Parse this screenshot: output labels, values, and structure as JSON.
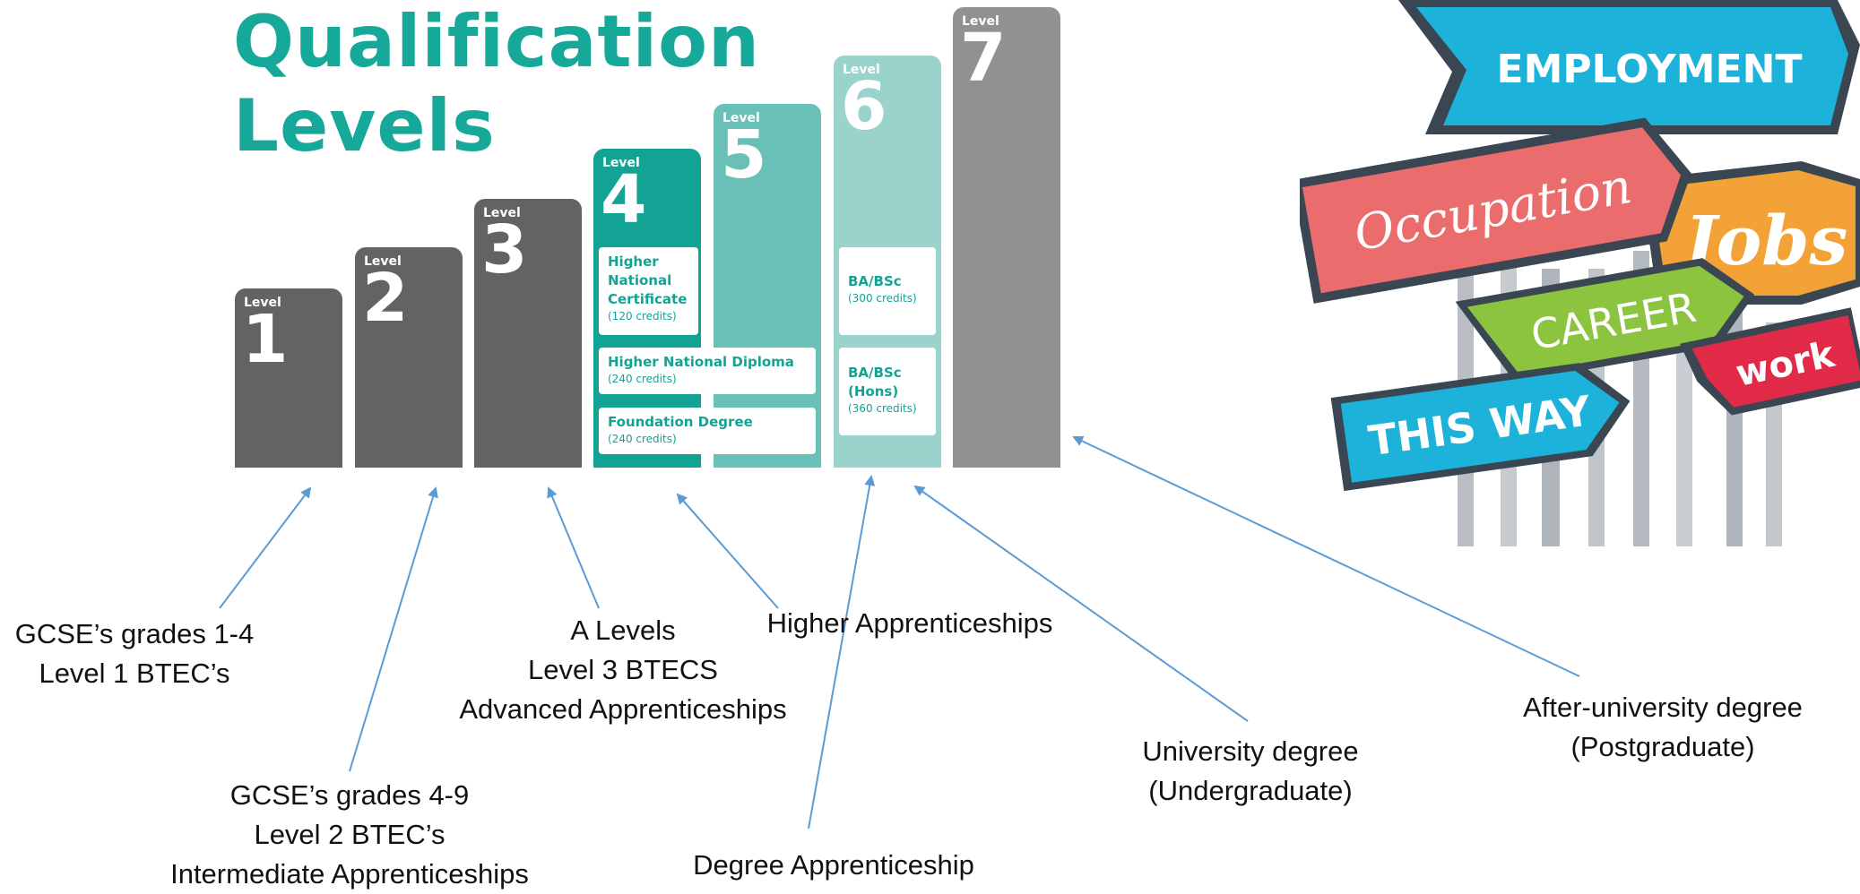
{
  "title": {
    "line1": "Qualification",
    "line2": "Levels"
  },
  "level_word": "Level",
  "levels": [
    {
      "number": "1",
      "color": "#636363"
    },
    {
      "number": "2",
      "color": "#636363"
    },
    {
      "number": "3",
      "color": "#636363"
    },
    {
      "number": "4",
      "color": "#13a394"
    },
    {
      "number": "5",
      "color": "#68c0b6"
    },
    {
      "number": "6",
      "color": "#9ad3cc"
    },
    {
      "number": "7",
      "color": "#919191"
    }
  ],
  "level4_boxes": [
    {
      "title": [
        "Higher",
        "National",
        "Certificate"
      ],
      "credits": "(120 credits)"
    },
    {
      "title": [
        "Higher National Diploma"
      ],
      "credits": "(240 credits)"
    },
    {
      "title": [
        "Foundation Degree"
      ],
      "credits": "(240 credits)"
    }
  ],
  "level6_boxes": [
    {
      "title": [
        "BA/BSc"
      ],
      "credits": "(300 credits)"
    },
    {
      "title": [
        "BA/BSc",
        "(Hons)"
      ],
      "credits": "(360 credits)"
    }
  ],
  "annotations": {
    "level1": [
      "GCSE’s grades 1-4",
      "Level 1 BTEC’s"
    ],
    "level2": [
      "GCSE’s grades 4-9",
      "Level 2 BTEC’s",
      "Intermediate Apprenticeships"
    ],
    "level3": [
      "A Levels",
      "Level 3 BTECS",
      "Advanced Apprenticeships"
    ],
    "higher": [
      "Higher Apprenticeships"
    ],
    "degree_app": [
      "Degree Apprenticeship"
    ],
    "undergrad": [
      "University degree",
      "(Undergraduate)"
    ],
    "postgrad": [
      "After-university degree",
      "(Postgraduate)"
    ]
  },
  "signs": {
    "employment": "EMPLOYMENT",
    "occupation": "Occupation",
    "jobs": "Jobs",
    "career": "CAREER",
    "this_way": "THIS WAY",
    "work": "work"
  },
  "colors": {
    "title": "#16a99a",
    "arrow": "#5b9bd5",
    "sign_blue": "#1cb2d9",
    "sign_red": "#ea6c6c",
    "sign_orange": "#f2a236",
    "sign_green": "#8cc43f",
    "sign_crimson": "#e02a48",
    "sign_border": "#3a4652"
  }
}
